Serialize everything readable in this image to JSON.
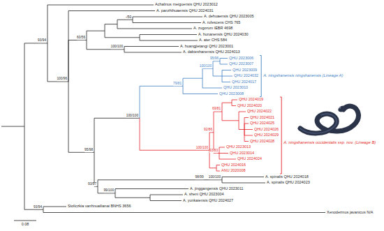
{
  "diagram": {
    "labels": [
      "Achalinus meiguensis QHU 2023012",
      "A. panzhihuaensis QHU 2024031",
      "-/50",
      "A. dehuaensis QHU 2023005",
      "A. rufescens CHS 765",
      "60/56",
      "A. zugorum IEBR 4698",
      "A. hunanensis QHU 2024030",
      "A. ater CHS 584",
      "100/100",
      "A. huangjietangi QHU 2023001",
      "A. dabieshanensis QHU 2024013",
      "100/96",
      "95/96",
      "QHU 2023006",
      "QHU 2023007",
      "100/100",
      "QHU 2023009",
      "QHU 2024032",
      "QHU 2024017",
      "79/81",
      "QHU 2023010",
      "QHU 2023008",
      "A. ningshanensis ningshanensis (Lineage A)",
      "93/94",
      "QHU 2024019",
      "QHU 2024020",
      "69/81",
      "QHU 2024022",
      "QHU 2024021",
      "QHU 2024025",
      "QHU 2024026",
      "QHU 2024029",
      "QHU 2024028",
      "100/100",
      "95/98",
      "A. ningshanensis occidentalis ssp. nov. (Lineage B)",
      "93/83",
      "QHU 2023013",
      "QHU 2023014",
      "92/86",
      "QHU 2024024",
      "100/100",
      "QHU 2024016",
      "ANU 2020008",
      "98/99",
      "93/97",
      "100/100",
      "A. spinalis QHU 2024018",
      "A. spinalis QHU 2024023",
      "99/100",
      "A. jinggangensis QHU 2023011",
      "A. sheni QHU 2023004",
      "A. yunkaiensis QHU 2024027",
      "93/94",
      "Stoliczkia vanhnuailianai BNHS 3656",
      "Xenodermus javanicus N/A",
      "0.08"
    ]
  }
}
